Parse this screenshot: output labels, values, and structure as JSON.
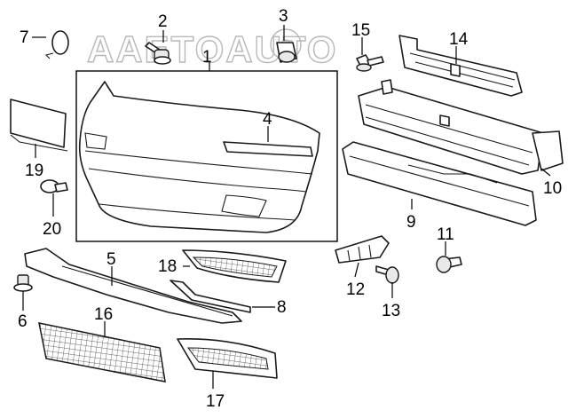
{
  "watermark": "AAETOAUTO",
  "colors": {
    "line": "#1a1a1a",
    "watermark": "#b8b8b8",
    "background": "#ffffff"
  },
  "callouts": {
    "c1": "1",
    "c2": "2",
    "c3": "3",
    "c4": "4",
    "c5": "5",
    "c6": "6",
    "c7": "7",
    "c8": "8",
    "c9": "9",
    "c10": "10",
    "c11": "11",
    "c12": "12",
    "c13": "13",
    "c14": "14",
    "c15": "15",
    "c16": "16",
    "c17": "17",
    "c18": "18",
    "c19": "19",
    "c20": "20"
  }
}
